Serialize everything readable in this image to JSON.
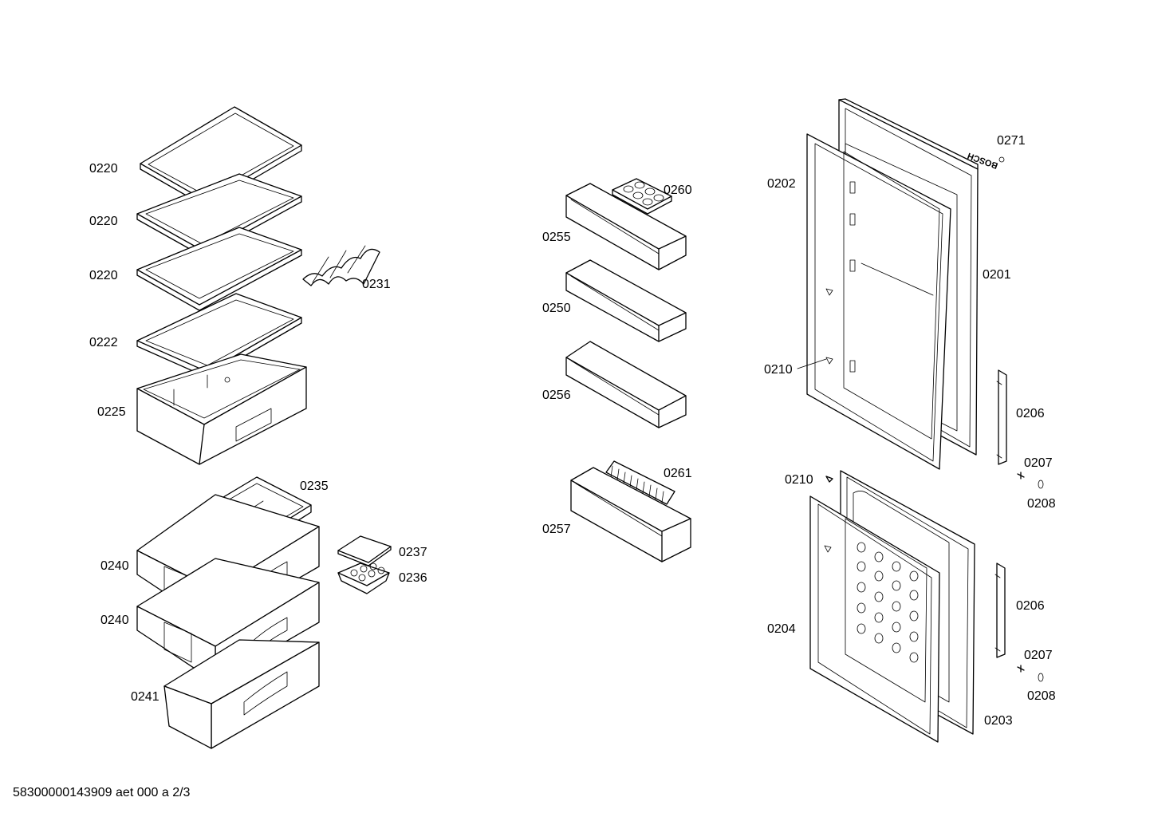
{
  "labels": {
    "p0220a": "0220",
    "p0220b": "0220",
    "p0220c": "0220",
    "p0222": "0222",
    "p0225": "0225",
    "p0231": "0231",
    "p0235": "0235",
    "p0237": "0237",
    "p0236": "0236",
    "p0240a": "0240",
    "p0240b": "0240",
    "p0241": "0241",
    "p0260": "0260",
    "p0255": "0255",
    "p0250": "0250",
    "p0256": "0256",
    "p0261": "0261",
    "p0257": "0257",
    "p0202": "0202",
    "p0271": "0271",
    "p0201": "0201",
    "p0210a": "0210",
    "p0206a": "0206",
    "p0207a": "0207",
    "p0208a": "0208",
    "p0210b": "0210",
    "p0206b": "0206",
    "p0204": "0204",
    "p0207b": "0207",
    "p0208b": "0208",
    "p0203": "0203"
  },
  "door_logo": "BOSCH",
  "footer": "58300000143909 aet 000 a 2/3"
}
